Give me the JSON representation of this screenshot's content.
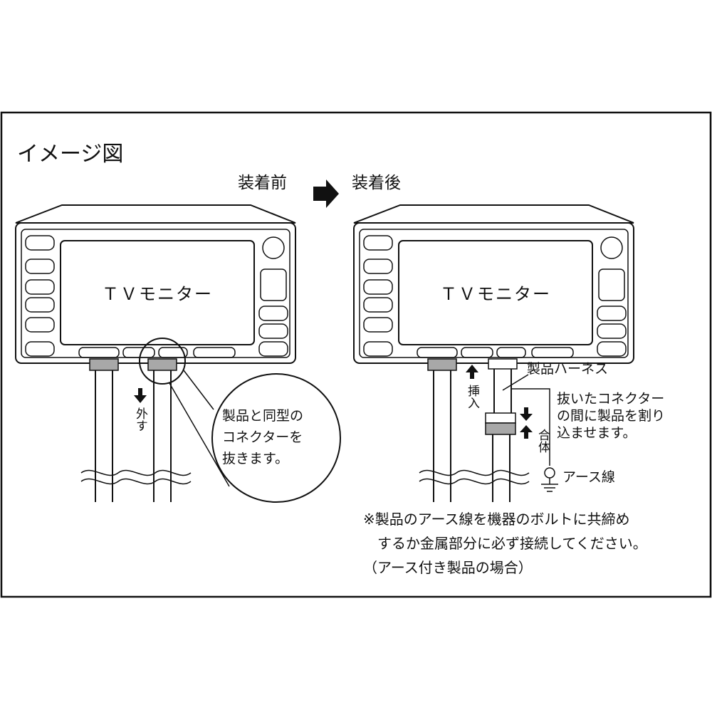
{
  "title": "イメージ図",
  "before_label": "装着前",
  "after_label": "装着後",
  "tv_label": "ＴＶモニター",
  "remove_label": "外す",
  "callout_lines": [
    "製品と同型の",
    "コネクターを",
    "抜きます。"
  ],
  "insert_label": "挿入",
  "harness_label": "製品ハーネス",
  "interpose_lines": [
    "抜いたコネクター",
    "の間に製品を割り",
    "込ませます。"
  ],
  "join_label": "合体",
  "ground_label": "アース線",
  "footnote_lines": [
    "※製品のアース線を機器のボルトに共締め",
    "するか金属部分に必ず接続してください。",
    "（アース付き製品の場合）"
  ],
  "colors": {
    "line": "#111111",
    "connector": "#a8a8a8",
    "background": "#ffffff"
  }
}
